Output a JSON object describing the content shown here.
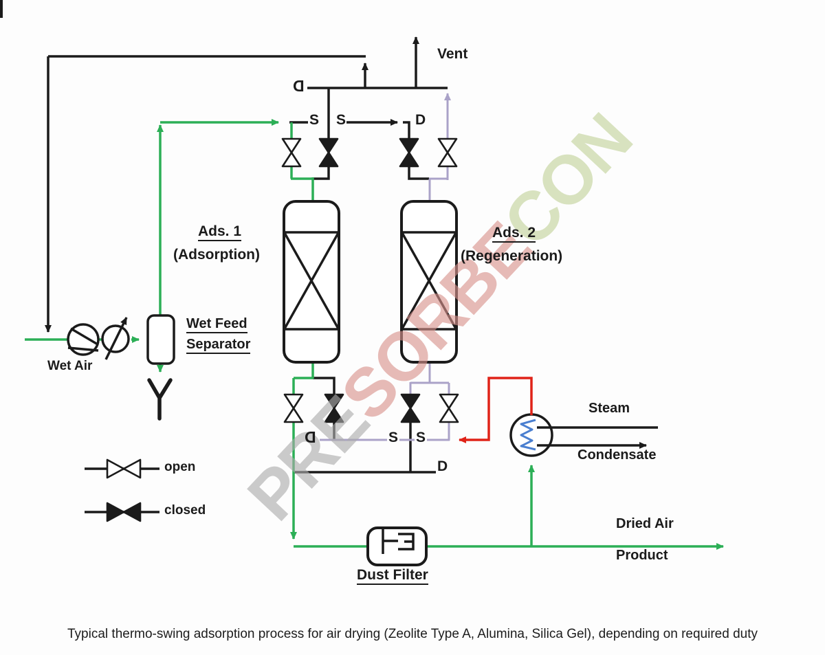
{
  "colors": {
    "line": "#1b1b1b",
    "green": "#2caf56",
    "lavender": "#aaa2c8",
    "red": "#e02318",
    "coil_blue": "#4a7fd0",
    "watermark_gray": "#ababab",
    "watermark_salmon": "#d8928c",
    "watermark_green": "#c3d29a"
  },
  "tags": {
    "vent": "Vent",
    "d_rotated_top": "D",
    "s1_top": "S",
    "s2_top": "S",
    "d_top": "D",
    "d_rotated_bottom": "D",
    "s1_bottom": "S",
    "s2_bottom": "S",
    "d_bottom": "D"
  },
  "adsorber1": {
    "title": "Ads. 1",
    "subtitle": "(Adsorption)"
  },
  "adsorber2": {
    "title": "Ads. 2",
    "subtitle": "(Regeneration)"
  },
  "equipment": {
    "wet_air": "Wet Air",
    "separator_line1": "Wet Feed",
    "separator_line2": "Separator",
    "dust_filter": "Dust Filter"
  },
  "streams": {
    "steam": "Steam",
    "condensate": "Condensate",
    "dried_air_line1": "Dried Air",
    "dried_air_line2": "Product"
  },
  "legend": {
    "open": "open",
    "closed": "closed"
  },
  "watermark": {
    "segment1": "PRE",
    "segment2": "SORBE",
    "segment3": "CON"
  },
  "caption": "Typical thermo-swing adsorption process for air drying (Zeolite Type A, Alumina, Silica Gel), depending on required duty"
}
